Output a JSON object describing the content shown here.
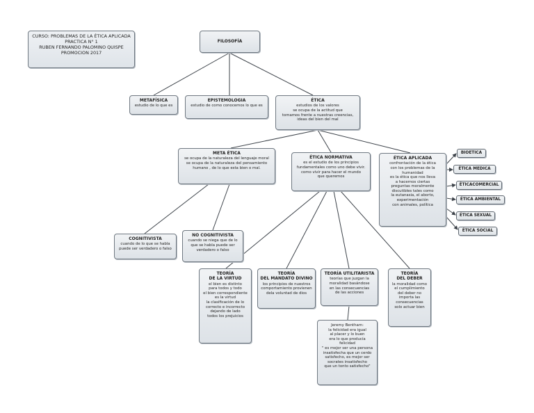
{
  "course": "CURSO: PROBLEMAS DE LA ÉTICA APLICADA\nPRACTICA N° 1\nRUBEN FERNANDO PALOMINO QUISPE\nPROMOCION 2017",
  "nodes": {
    "filosofia": {
      "title": "FILOSOFÍA",
      "body": ""
    },
    "metafisica": {
      "title": "METAFÍSICA",
      "body": "estudio de lo que es"
    },
    "epistemologia": {
      "title": "EPISTEMOLOGIA",
      "body": "estudio de como conocemos lo que es"
    },
    "etica": {
      "title": "ÉTICA",
      "body": "estudios de los valores\nse  ocupa de la actitud que\ntomamos frente a nuestras creencias,\nideas del bien del mal"
    },
    "meta_etica": {
      "title": "META ÉTICA",
      "body": "se ocupa de la naturaleza del lenguaje moral\nse ocupa de la naturaleza del pensamiento\nhumano , de lo que esta bien o mal."
    },
    "etica_normativa": {
      "title": "ÉTICA NORMATIVA",
      "body": "es el estudio  de los principios\nfundamentales como uno debe vivir.\ncomo vivir para hacer el mundo\nque queremos"
    },
    "etica_aplicada": {
      "title": "ÉTICA APLICADA",
      "body": "confrontación  de la ética\ncon los problemas  de la\nhumanidad\nes la ética  que nos lleva\na hacernos ciertas\npreguntas moralmente\ndiscutibles tales como\nla eutanasia, el aborto,\nexperimentación\ncon animales, política"
    },
    "cognitivista": {
      "title": "COGNITIVISTA",
      "body": "cuando  de lo que se habla\npuede ser  verdadero o falso"
    },
    "no_cognitivista": {
      "title": "NO COGNITIVISTA",
      "body": "cuando se niega que de lo\nque se habla puede ser\nverdadero o falso"
    },
    "teoria_virtud": {
      "title": "TEORÍA\nDE LA VIRTUD",
      "body": "el bien  es distinto\npara todos y todo\nel bien correspondiente\nes la virtud\nla clasificación  de lo\ncorrecto e incorrecto\ndejando de lado\ntodos los prejuicios"
    },
    "teoria_mandato": {
      "title": "TEORÍA\nDEL MANDATO DIVINO",
      "body": "los principios de nuestros\ncomportamiento provienen\ndela voluntad de dios"
    },
    "teoria_utilitarista": {
      "title": "TEORÍA UTILITARISTA",
      "body": "teorías que juzgan  la\nmoralidad basándose\nen las consecuencias\nde las acciones"
    },
    "teoria_deber": {
      "title": "TEORÍA\nDEL DEBER",
      "body": "la moralidad como\nel cumplimiento\ndel deber  no\nimporta las\nconsecuencias\nsolo actuar bien"
    },
    "bentham": {
      "title": "",
      "body": "Jeremy Bentham:\nla felicidad era igual\nal placer y lo buen\nera  lo que producía\nfelicidad\n\" es mejor ser una persona\ninsatisfecha  que un cerdo\nsatisfecho, es mejor  ser\nsocrates  insatisfecho\nque un tonto satisfecho\""
    }
  },
  "applied_branches": [
    "BIOETICA",
    "ÉTICA MEDICA",
    "ÉTICACOMERCIAL",
    "ÉTICA AMBIENTAL",
    "ÉTICA SEXUAL",
    "ÉTICA SOCIAL"
  ],
  "colors": {
    "line": "#3d434a",
    "node_fill": "#e6eaee",
    "border": "#6e7780"
  }
}
